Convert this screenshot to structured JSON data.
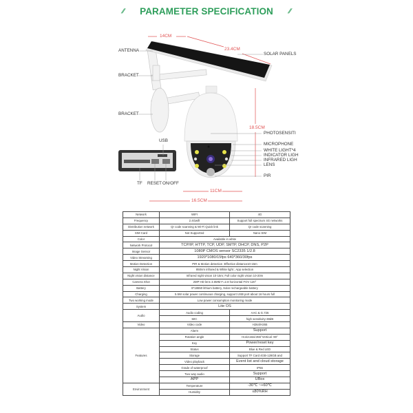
{
  "title": "PARAMETER SPECIFICATION",
  "colors": {
    "accent": "#2e9e5b",
    "dimension": "#e05050"
  },
  "diagram": {
    "left_labels": [
      "ANTENNA",
      "BRACKET",
      "BRACKET"
    ],
    "right_labels": [
      "SOLAR PANELS",
      "PHOTOSENSITI",
      "MICROPHONE",
      "WHITE LIGHT*4",
      "INDICATOR LIGH",
      "INFRARED LIGH",
      "LENS",
      "PIR"
    ],
    "port_labels": {
      "usb": "USB",
      "tf": "TF",
      "reset": "RESET",
      "onoff": "ON/OFF"
    },
    "dimensions": {
      "panel_width": "14CM",
      "panel_length": "23.4CM",
      "height": "18.5CM",
      "dome_width": "11CM",
      "total_width": "16.5CM"
    }
  },
  "spec_table": [
    {
      "label": "Network",
      "cols": [
        "WIFI",
        "4G"
      ]
    },
    {
      "label": "Frequency",
      "cols": [
        "2.4GwifI",
        "Support full spectrum 4G networks"
      ]
    },
    {
      "label": "Distribution network",
      "cols": [
        "Qr code scanning & Wi-Fi Quick link",
        "Qr code scanning"
      ]
    },
    {
      "label": "SIM Card",
      "cols": [
        "Not Supported",
        "Nano SIM"
      ]
    },
    {
      "label": "Color",
      "value": "Available in white"
    },
    {
      "label": "Network Protocol",
      "value": "TCP/IP, HTTP, TCP, UDP, SMTP, DHCP, DNS, P2P",
      "big": true
    },
    {
      "label": "Image Sensor",
      "value": "1080P CMOS sensor SC2335 1/2.8",
      "big": true
    },
    {
      "label": "Video Streaming",
      "value": "1920*1080/15fps   640*360/30fps",
      "big": true
    },
    {
      "label": "Motion Detection",
      "value": "PIR & Motion detection ;Effective distance10-15m"
    },
    {
      "label": "Night Vision",
      "value": "850nm infrared & White light ; App selection"
    },
    {
      "label": "Night vision distance",
      "value": "Infrared night vision 10-15m; Full color night vision 10-20m"
    },
    {
      "label": "Camera Shot",
      "value": "2MP HD lens 3.6MM    F=2.8 horizontal FOV 120°"
    },
    {
      "label": "Battery",
      "value": "8*18650 lithium battery,   Solar rechargeable battery"
    },
    {
      "label": "Charging",
      "value": "5.5W solar power continuous charging, support USB port about 16 hours full"
    },
    {
      "label": "Two working mode",
      "value": "Low power consumption monitoring mode"
    },
    {
      "label": "System",
      "value": "Lite OS",
      "big": true
    },
    {
      "label": "Audio",
      "items": [
        [
          "Audio coding",
          "AAC & G.726"
        ],
        [
          "MIC",
          "high sensitivity-38dB"
        ]
      ]
    },
    {
      "label": "Video",
      "items": [
        [
          "Video code",
          "H264/H265"
        ]
      ]
    },
    {
      "label": "Features",
      "items": [
        [
          "Alarm",
          "Support"
        ],
        [
          "Rotation angle",
          "Horizontal:355°Vertical :90°"
        ],
        [
          "Key",
          "Power/reset key"
        ],
        [
          "Status",
          "Blue & Red LED"
        ],
        [
          "Storage",
          "Support TF Card 4GB-128GB and"
        ],
        [
          "Video playback",
          "Event list and cloud storage"
        ],
        [
          "Grade of waterproof",
          "IP66"
        ],
        [
          "Two way audio",
          "Support"
        ],
        [
          "APP",
          "UBox"
        ]
      ]
    },
    {
      "label": "Environment",
      "items": [
        [
          "Temperature",
          "-30℃  ~+60℃"
        ],
        [
          "Humidity",
          "≤80%RH"
        ]
      ]
    }
  ]
}
